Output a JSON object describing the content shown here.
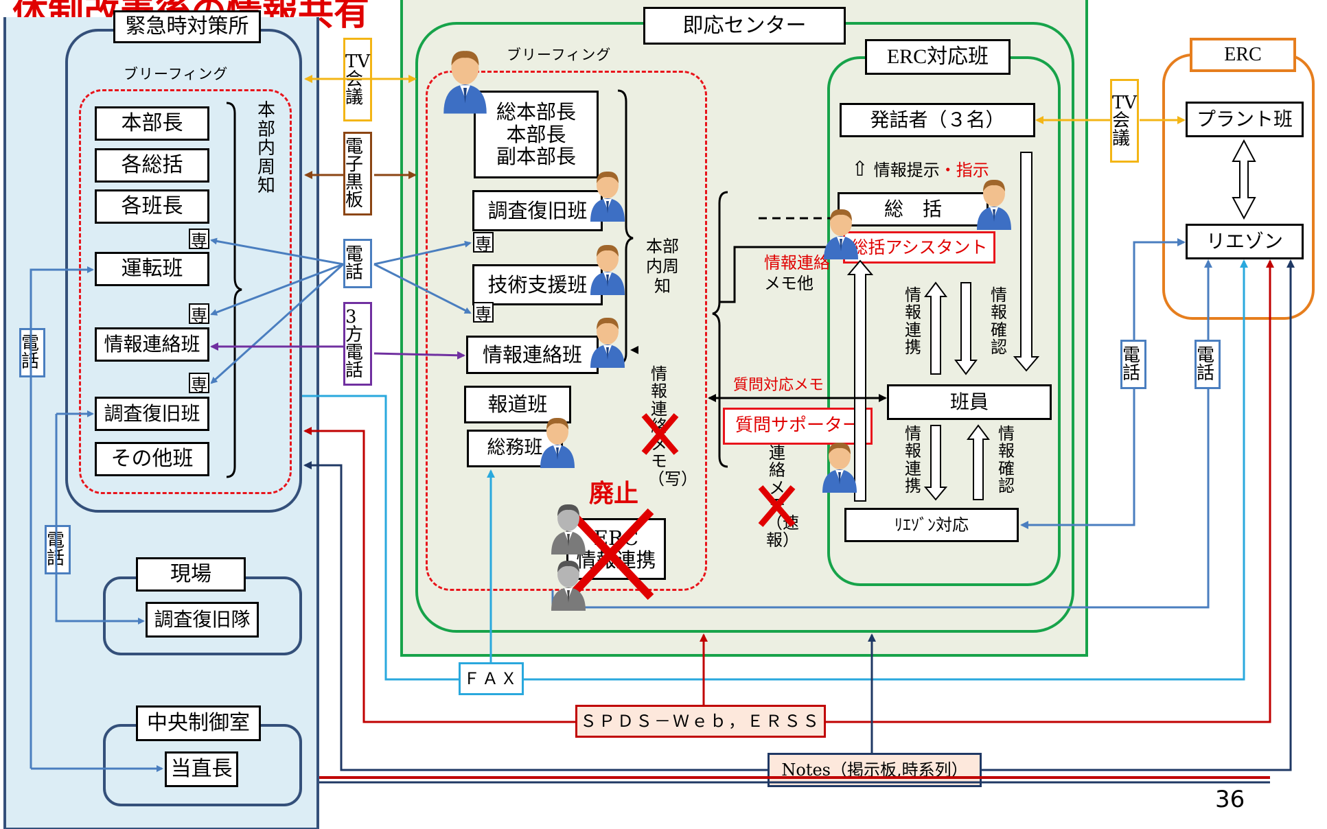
{
  "title": "体制改善後の情報共有",
  "page_number": "36",
  "left_panel": {
    "header": "緊急時対策所",
    "briefing": "ブリーフィング",
    "roles": [
      "本部長",
      "各総括",
      "各班長",
      "運転班",
      "情報連絡班",
      "調査復旧班",
      "その他班"
    ],
    "notice": "本部内周知",
    "senyo": "専",
    "phone_left": "電話",
    "phone_left2": "電話",
    "genba": {
      "title": "現場",
      "unit": "調査復旧隊"
    },
    "central": {
      "title": "中央制御室",
      "unit": "当直長"
    }
  },
  "links": {
    "tv_conf": "TV会議",
    "e_board": "電子黒板",
    "phone": "電話",
    "three_way": "3方電話"
  },
  "center": {
    "title": "即応センター",
    "briefing": "ブリーフィング",
    "head_box": [
      "総本部長",
      "本部長",
      "副本部長"
    ],
    "teams": [
      "調査復旧班",
      "技術支援班",
      "情報連絡班",
      "報道班",
      "総務班"
    ],
    "senyo": "専",
    "notice": "本部内周知",
    "memo_copy": "情報連絡メモ（写）",
    "abolished": "廃止",
    "erc_link": [
      "ERC",
      "情報連携"
    ]
  },
  "erc_team": {
    "title": "ERC対応班",
    "speaker": "発話者（３名）",
    "info_present": "情報提示",
    "instruct": "・指示",
    "general": "総　括",
    "assistant": "総括アシスタント",
    "memo_etc": [
      "情報連絡",
      "メモ他"
    ],
    "qa_memo": "質問対応メモ",
    "qa_supporter": "質問サポーター",
    "member": "班員",
    "liaison_resp": "ﾘｴｿﾞﾝ対応",
    "info_link": "情報連携",
    "info_confirm": "情報確認",
    "quick_memo": "連絡メモ（速報）"
  },
  "erc": {
    "title": "ERC",
    "tv_conf": "TV会議",
    "plant": "プラント班",
    "liaison": "リエゾン",
    "phone1": "電話",
    "phone2": "電話"
  },
  "systems": {
    "fax": "ＦＡＸ",
    "spds": "ＳＰＤＳ－Ｗｅｂ，ＥＲＳＳ",
    "notes": "Notes（掲示板,時系列）"
  },
  "colors": {
    "left_bg": "#dcedf5",
    "center_bg": "#ecefe2",
    "green": "#17a34a",
    "red_dash": "#e8141b",
    "orange": "#e67e1e",
    "dark_blue": "#34507a",
    "arrow_blue": "#4a7ebf",
    "purple": "#7030a0",
    "brown": "#8b4513",
    "yellow": "#f3b515",
    "cyan": "#29a8dd",
    "dark_red": "#c00000",
    "navy": "#1f3864"
  }
}
